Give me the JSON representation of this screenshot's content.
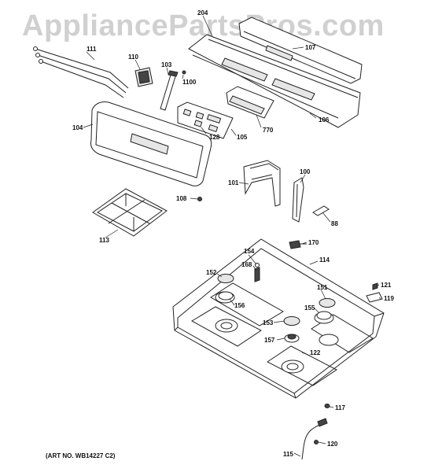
{
  "watermark": "AppliancePartsPros.com",
  "art_number": "(ART NO. WB14227 C2)",
  "callouts": {
    "p204": "204",
    "p107": "107",
    "p111": "111",
    "p110": "110",
    "p103": "103",
    "p1100": "1100",
    "p106": "106",
    "p104": "104",
    "p770": "770",
    "p128": "128",
    "p105": "105",
    "p100": "100",
    "p101": "101",
    "p108": "108",
    "p88": "88",
    "p113": "113",
    "p170": "170",
    "p154": "154",
    "p114": "114",
    "p168": "168",
    "p152": "152",
    "p151": "151",
    "p121": "121",
    "p156": "156",
    "p155": "155",
    "p119": "119",
    "p153": "153",
    "p157": "157",
    "p122": "122",
    "p117": "117",
    "p120": "120",
    "p115": "115"
  }
}
